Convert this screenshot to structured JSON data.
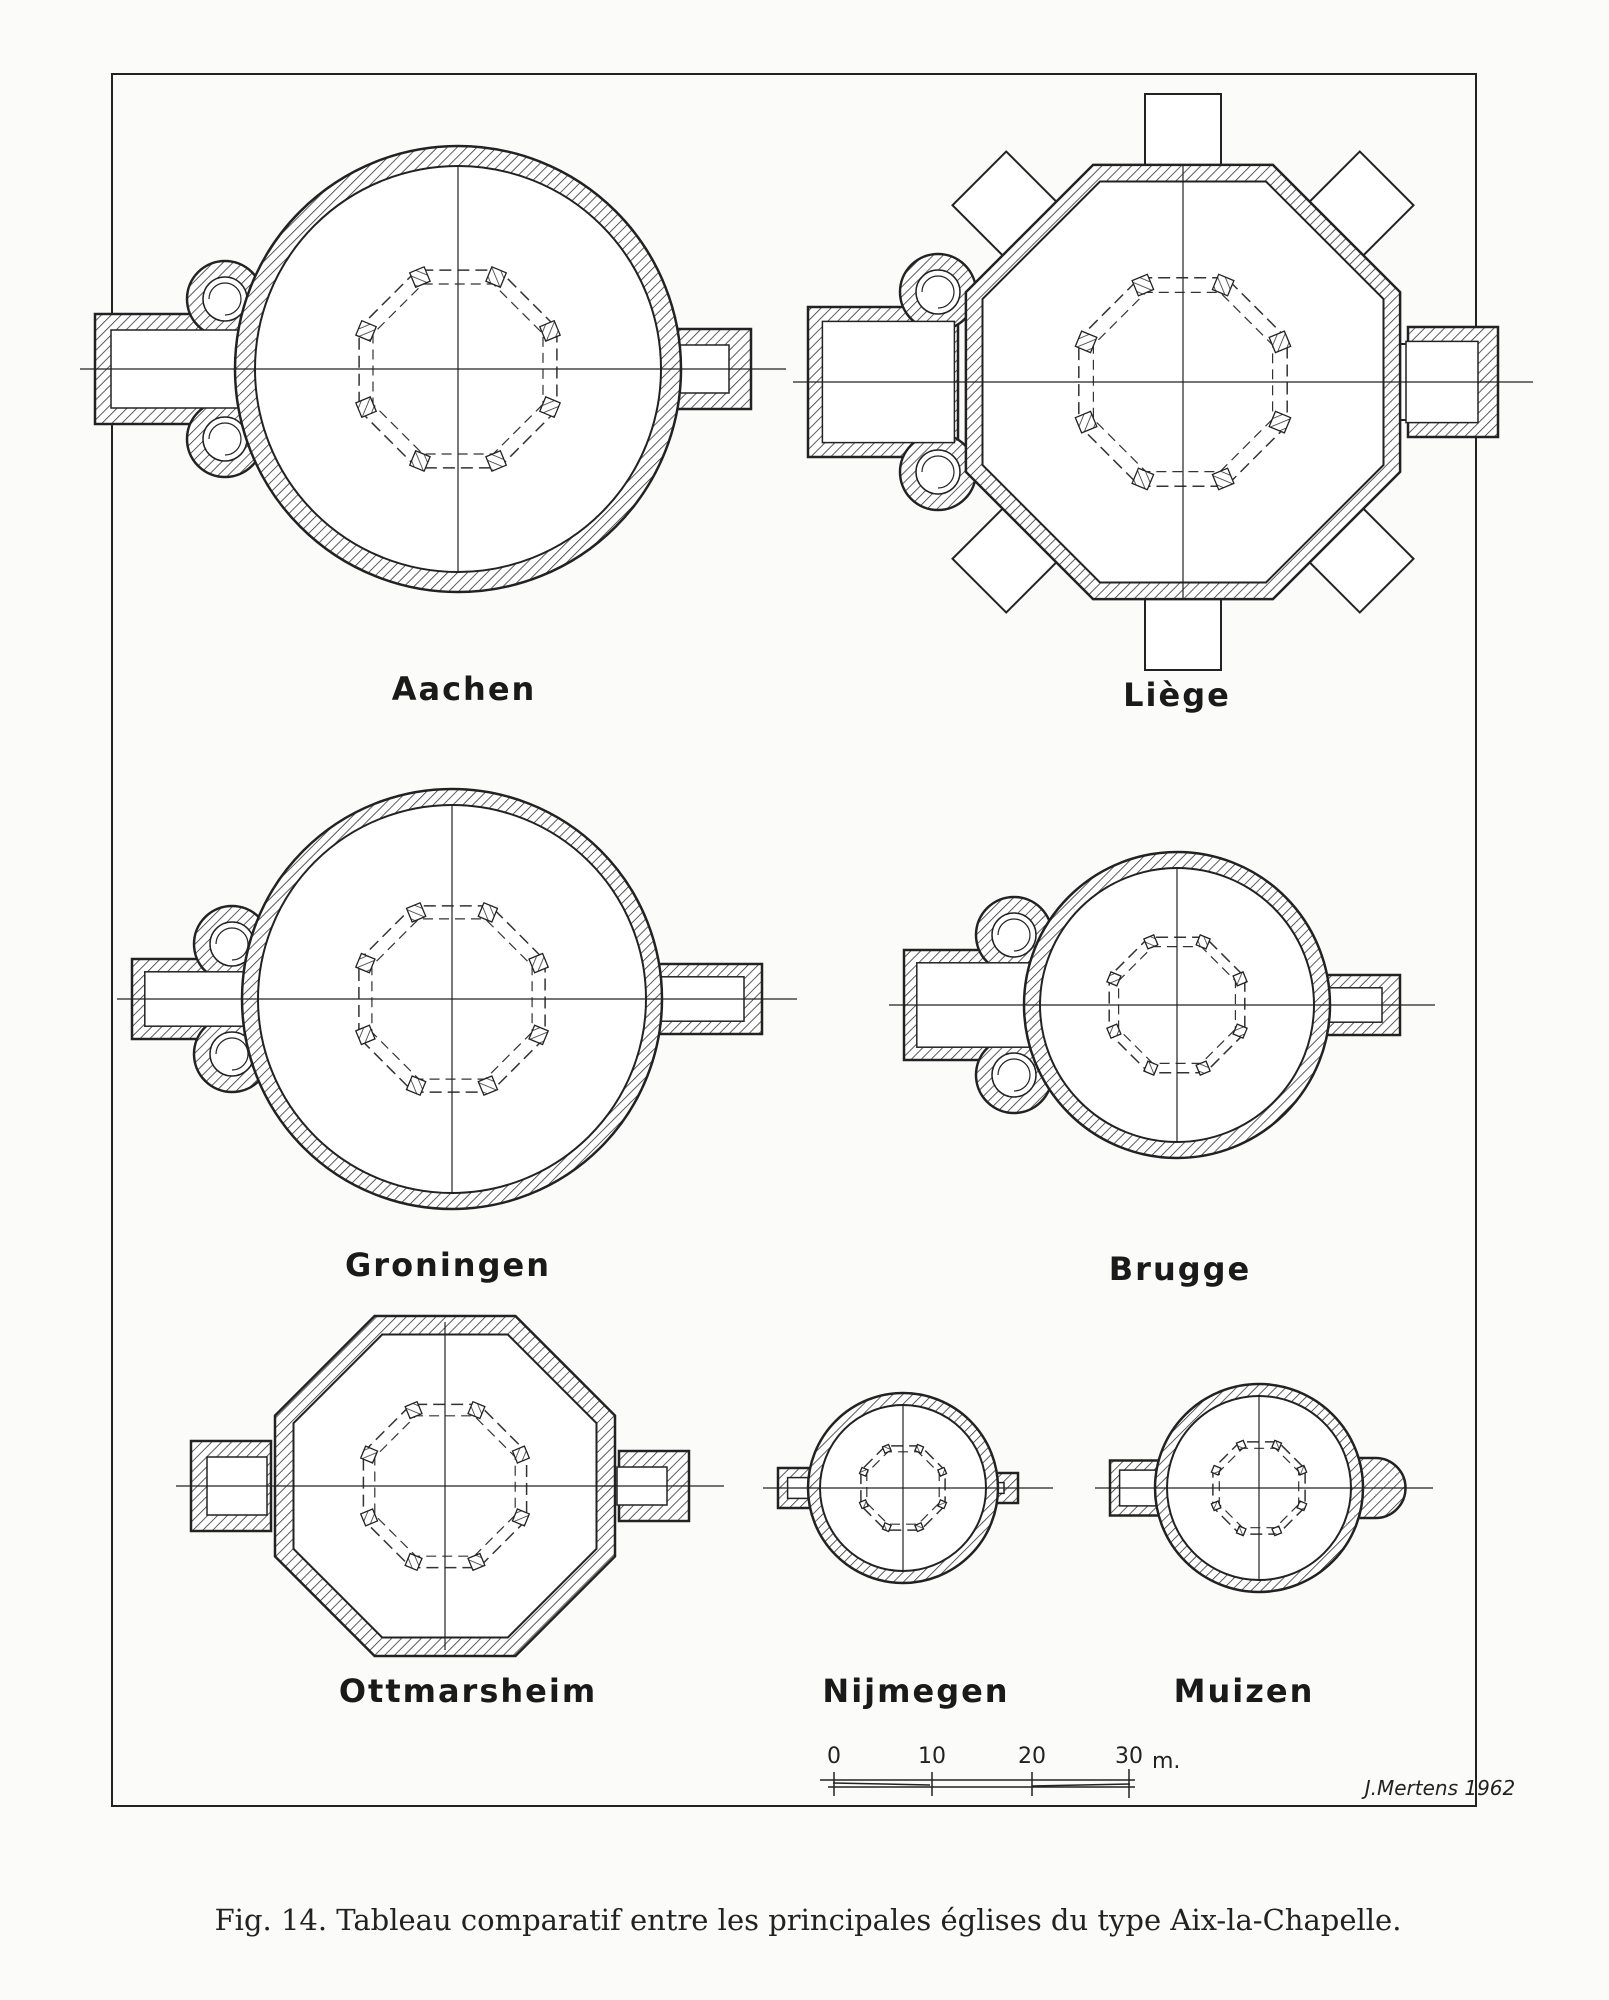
{
  "plans": [
    {
      "name": "Aachen"
    },
    {
      "name": "Liège"
    },
    {
      "name": "Groningen"
    },
    {
      "name": "Brugge"
    },
    {
      "name": "Ottmarsheim"
    },
    {
      "name": "Nijmegen"
    },
    {
      "name": "Muizen"
    }
  ],
  "scale_bar": {
    "ticks": [
      "0",
      "10",
      "20",
      "30"
    ],
    "unit": "m."
  },
  "signature": "J.Mertens 1962",
  "caption": "Fig. 14. Tableau comparatif entre les principales églises du type Aix-la-Chapelle."
}
